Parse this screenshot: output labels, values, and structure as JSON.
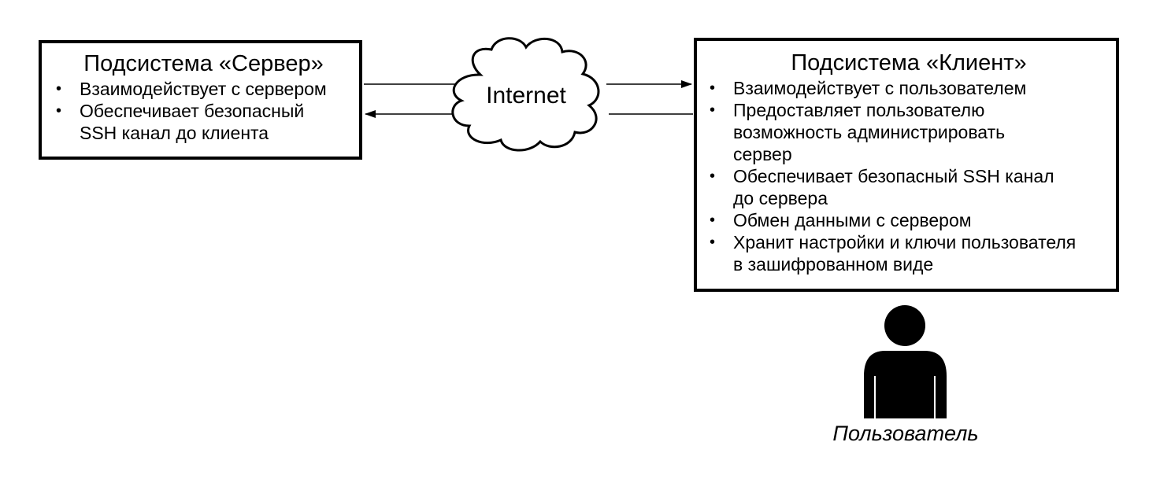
{
  "server": {
    "title": "Подсистема «Сервер»",
    "items": [
      "Взаимодействует с сервером",
      "Обеспечивает безопасный\nSSH канал до клиента"
    ]
  },
  "client": {
    "title": "Подсистема «Клиент»",
    "items": [
      "Взаимодействует с пользователем",
      "Предоставляет пользователю\nвозможность администрировать\nсервер",
      "Обеспечивает безопасный SSH канал\nдо сервера",
      "Обмен данными с сервером",
      "Хранит настройки и ключи пользователя\nв зашифрованном виде"
    ]
  },
  "network": {
    "label": "Internet",
    "icon": "cloud-icon"
  },
  "user": {
    "label": "Пользователь",
    "icon": "person-icon"
  },
  "colors": {
    "stroke": "#000000",
    "background": "#ffffff"
  },
  "bullet_glyph": "•"
}
